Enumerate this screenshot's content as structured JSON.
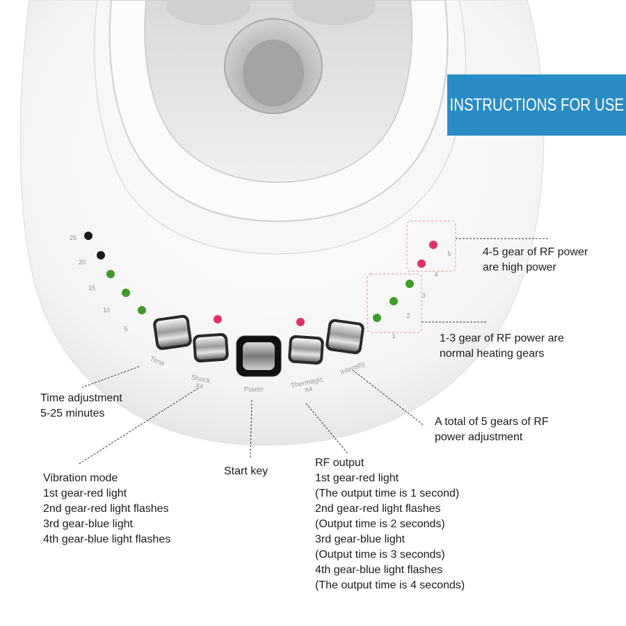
{
  "banner": {
    "title": "INSTRUCTIONS FOR USE"
  },
  "device": {
    "time_ticks": [
      "25",
      "20",
      "15",
      "10",
      "5"
    ],
    "rf_ticks": [
      "1",
      "2",
      "3",
      "4",
      "5"
    ],
    "buttons": [
      {
        "label": "Time",
        "sub": ""
      },
      {
        "label": "Shock",
        "sub": "X4"
      },
      {
        "label": "Power",
        "sub": ""
      },
      {
        "label": "Thermagic",
        "sub": "X4"
      },
      {
        "label": "Intensity",
        "sub": ""
      }
    ]
  },
  "callouts": {
    "high_power": [
      "4-5 gear of RF power",
      "are high power"
    ],
    "normal_heating": [
      "1-3 gear of RF power are",
      "normal heating gears"
    ],
    "time_adjust": [
      "Time adjustment",
      "5-25 minutes"
    ],
    "rf_adjust": [
      "A total of 5 gears of RF",
      "power adjustment"
    ],
    "start_key": [
      "Start key"
    ],
    "vibration": [
      "Vibration mode",
      "1st gear-red light",
      "2nd gear-red light flashes",
      "3rd gear-blue light",
      "4th gear-blue light flashes"
    ],
    "rf_output": [
      "RF output",
      "1st gear-red light",
      "(The output time is 1 second)",
      "2nd gear-red light flashes",
      "(Output time is 2 seconds)",
      "3rd gear-blue light",
      "(Output time is 3 seconds)",
      "4th gear-blue light flashes",
      "(The output time is 4 seconds)"
    ]
  },
  "colors": {
    "banner": "#2a8cc4",
    "led_green": "#3f9a2a",
    "led_red": "#e0306a",
    "led_off": "#1a1a1a",
    "dash_box": "#e6a0a8"
  }
}
